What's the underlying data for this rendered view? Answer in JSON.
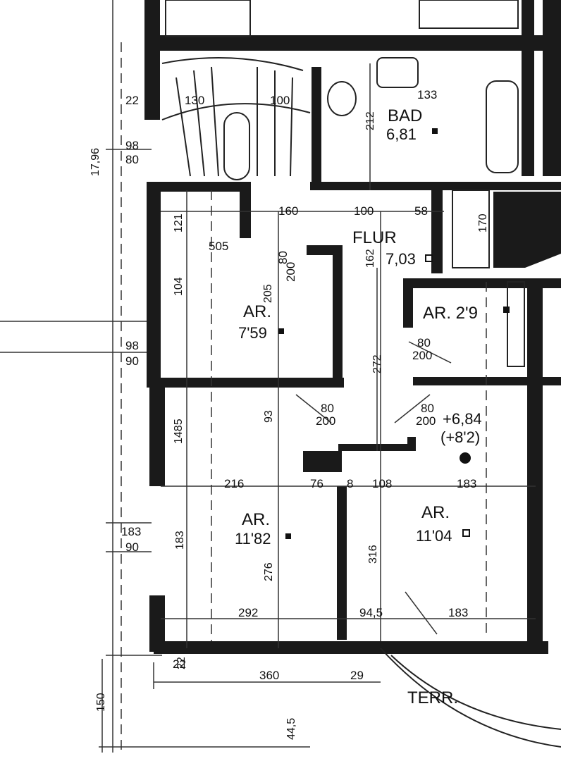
{
  "rooms": {
    "bad": {
      "name": "BAD",
      "area": "6,81"
    },
    "flur": {
      "name": "FLUR",
      "area": "7,03"
    },
    "ar_small": {
      "name": "AR. 2'9",
      "area": ""
    },
    "ar_left": {
      "name": "AR.",
      "area": "7'59"
    },
    "ar_mid": {
      "name": "AR.",
      "area": "11'82"
    },
    "ar_right": {
      "name": "AR.",
      "area": "11'04"
    },
    "terr": {
      "name": "TERR."
    }
  },
  "extra_areas": {
    "a": "+6,84",
    "b": "(+8'2)"
  },
  "doors": {
    "d1": {
      "top": "80",
      "bottom": "200"
    },
    "d2": {
      "top": "80",
      "bottom": "200"
    },
    "d3": {
      "top": "80",
      "bottom": "200"
    },
    "d4": {
      "top": "80",
      "bottom": "200"
    }
  },
  "dims_h": {
    "d216": "216",
    "d76": "76",
    "d8": "8",
    "d108": "108",
    "d183": "183",
    "d292": "292",
    "d945": "94,5",
    "d183b": "183",
    "d360": "360",
    "d29": "29",
    "d133": "133",
    "d160": "160",
    "d100": "100",
    "d58": "58",
    "d22": "22",
    "d505": "505",
    "d130": "130",
    "d100b": "100",
    "d22b": "22"
  },
  "dims_v": {
    "d1796": "17,96",
    "d98a": "98",
    "d80": "80",
    "d98b": "98",
    "d90a": "90",
    "d183": "183",
    "d90b": "90",
    "d150": "150",
    "d1485": "1485",
    "d104": "104",
    "d121": "121",
    "d212": "212",
    "d162": "162",
    "d205": "205",
    "d272": "272",
    "d316": "316",
    "d276": "276",
    "d93": "93",
    "d183b": "183",
    "d170": "170",
    "d22": "22",
    "d4": "44,5"
  }
}
